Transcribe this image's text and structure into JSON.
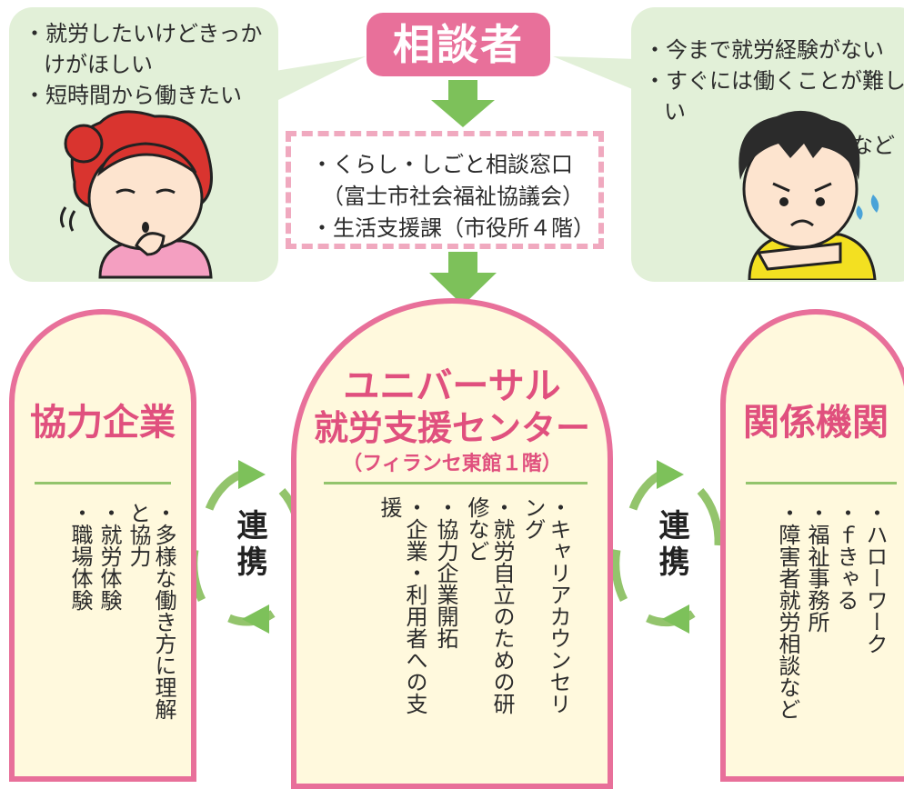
{
  "consultant_label": "相談者",
  "left_bubble": {
    "items": [
      "就労したいけどきっかけがほしい",
      "短時間から働きたい"
    ]
  },
  "right_bubble": {
    "items": [
      "今まで就労経験がない",
      "すぐには働くことが難しい"
    ],
    "suffix": "など"
  },
  "consult_window": {
    "lines": [
      "・くらし・しごと相談窓口",
      "（富士市社会福祉協議会）",
      "・生活支援課（市役所４階）"
    ]
  },
  "center_pillar": {
    "title_line1": "ユニバーサル",
    "title_line2": "就労支援センター",
    "subtitle": "（フィランセ東館１階）",
    "items": [
      "・キャリアカウンセリング",
      "・就労自立のための研修など",
      "・協力企業開拓",
      "・企業・利用者への支援"
    ]
  },
  "left_pillar": {
    "title": "協力企業",
    "items": [
      "・多様な働き方に理解と協力",
      "・就労体験",
      "・職場体験"
    ]
  },
  "right_pillar": {
    "title": "関係機関",
    "items": [
      "・ハローワーク",
      "・ｆきゃる",
      "・福祉事務所",
      "・障害者就労相談など"
    ]
  },
  "renkei_left": "連携",
  "renkei_right": "連携",
  "colors": {
    "pink": "#e8709a",
    "green": "#7dc15a",
    "bubble": "#e2f0d8",
    "cream": "#fff9dd"
  }
}
